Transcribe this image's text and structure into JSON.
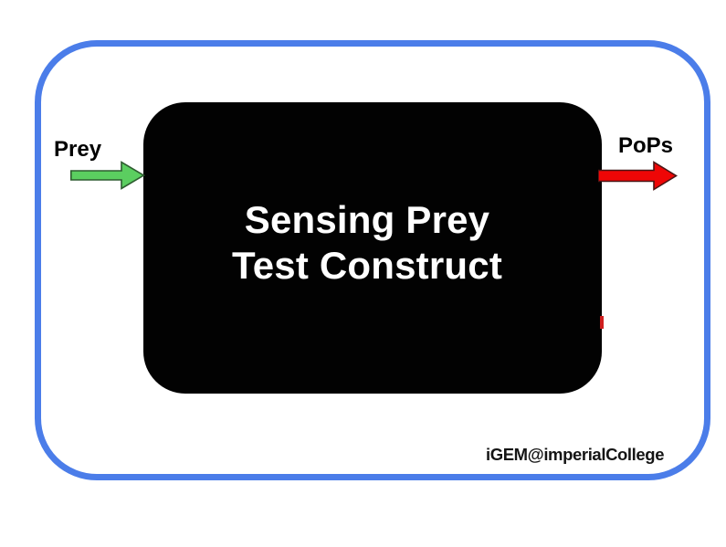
{
  "diagram": {
    "construct": {
      "title_line1": "Sensing Prey",
      "title_line2": "Test Construct"
    },
    "input": {
      "label": "Prey",
      "arrow_fill": "#5bce60",
      "arrow_outline": "#2e5c30"
    },
    "output": {
      "label": "PoPs",
      "arrow_fill": "#ee0606",
      "arrow_outline": "#4a1515"
    },
    "credit": "iGEM@imperialCollege",
    "colors": {
      "frame_border": "#4b7de9",
      "box_fill": "#020202",
      "title_text": "#ffffff",
      "label_text": "#000000",
      "credit_text": "#151515",
      "artifact_red": "#cf1f1f"
    }
  }
}
